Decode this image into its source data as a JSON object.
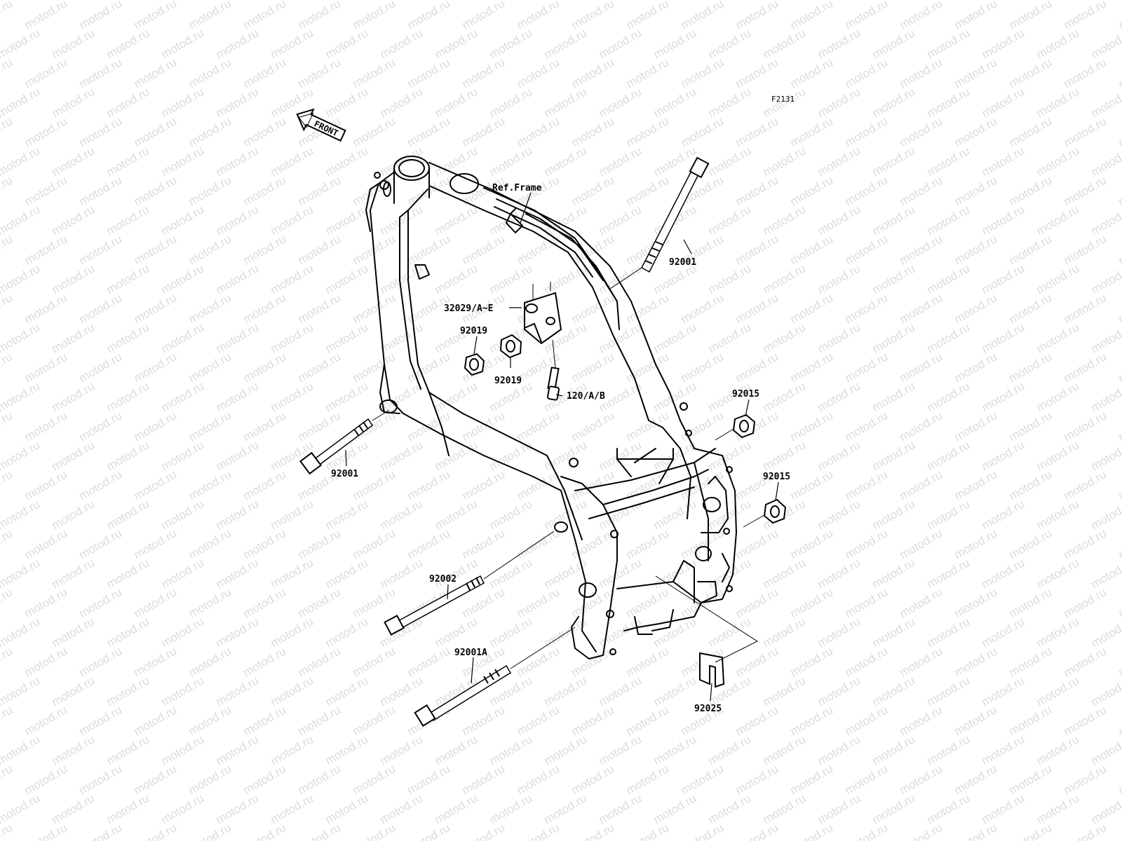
{
  "diagram_code": "F2131",
  "front_label": "FRONT",
  "watermark": "motod.ru",
  "colors": {
    "ink": "#000000",
    "watermark": "#dcdcdc",
    "background": "#ffffff"
  },
  "parts": [
    {
      "id": "ref-frame",
      "label": "Ref.Frame"
    },
    {
      "id": "92001-top",
      "label": "92001"
    },
    {
      "id": "32029",
      "label": "32029/A~E"
    },
    {
      "id": "92019-a",
      "label": "92019"
    },
    {
      "id": "92019-b",
      "label": "92019"
    },
    {
      "id": "120",
      "label": "120/A/B"
    },
    {
      "id": "92015-a",
      "label": "92015"
    },
    {
      "id": "92015-b",
      "label": "92015"
    },
    {
      "id": "92001-left",
      "label": "92001"
    },
    {
      "id": "92002",
      "label": "92002"
    },
    {
      "id": "92001A",
      "label": "92001A"
    },
    {
      "id": "92025",
      "label": "92025"
    }
  ]
}
